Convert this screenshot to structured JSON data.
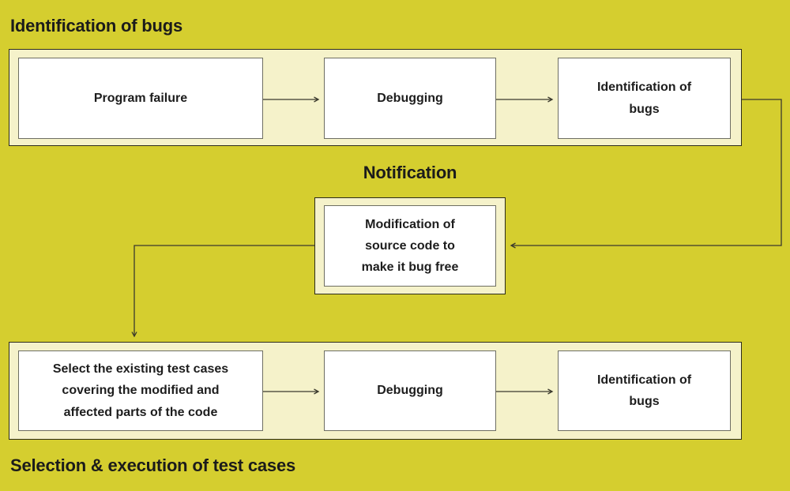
{
  "headings": {
    "identification": "Identification of bugs",
    "notification": "Notification",
    "selection": "Selection & execution of test cases"
  },
  "top_row": {
    "box1": "Program failure",
    "box2": "Debugging",
    "box3": "Identification of bugs"
  },
  "middle": {
    "box": "Modification of source code to make it bug free"
  },
  "bottom_row": {
    "box1": "Select the existing test cases covering the modified and affected parts of the code",
    "box2": "Debugging",
    "box3": "Identification of bugs"
  },
  "colors": {
    "background": "#d5ce2f",
    "band_fill": "#f5f2ca",
    "band_border": "#2c2b1b",
    "node_fill": "#ffffff",
    "node_border": "#6e6e62",
    "connector": "#3a392d",
    "text": "#1d1d1d"
  }
}
